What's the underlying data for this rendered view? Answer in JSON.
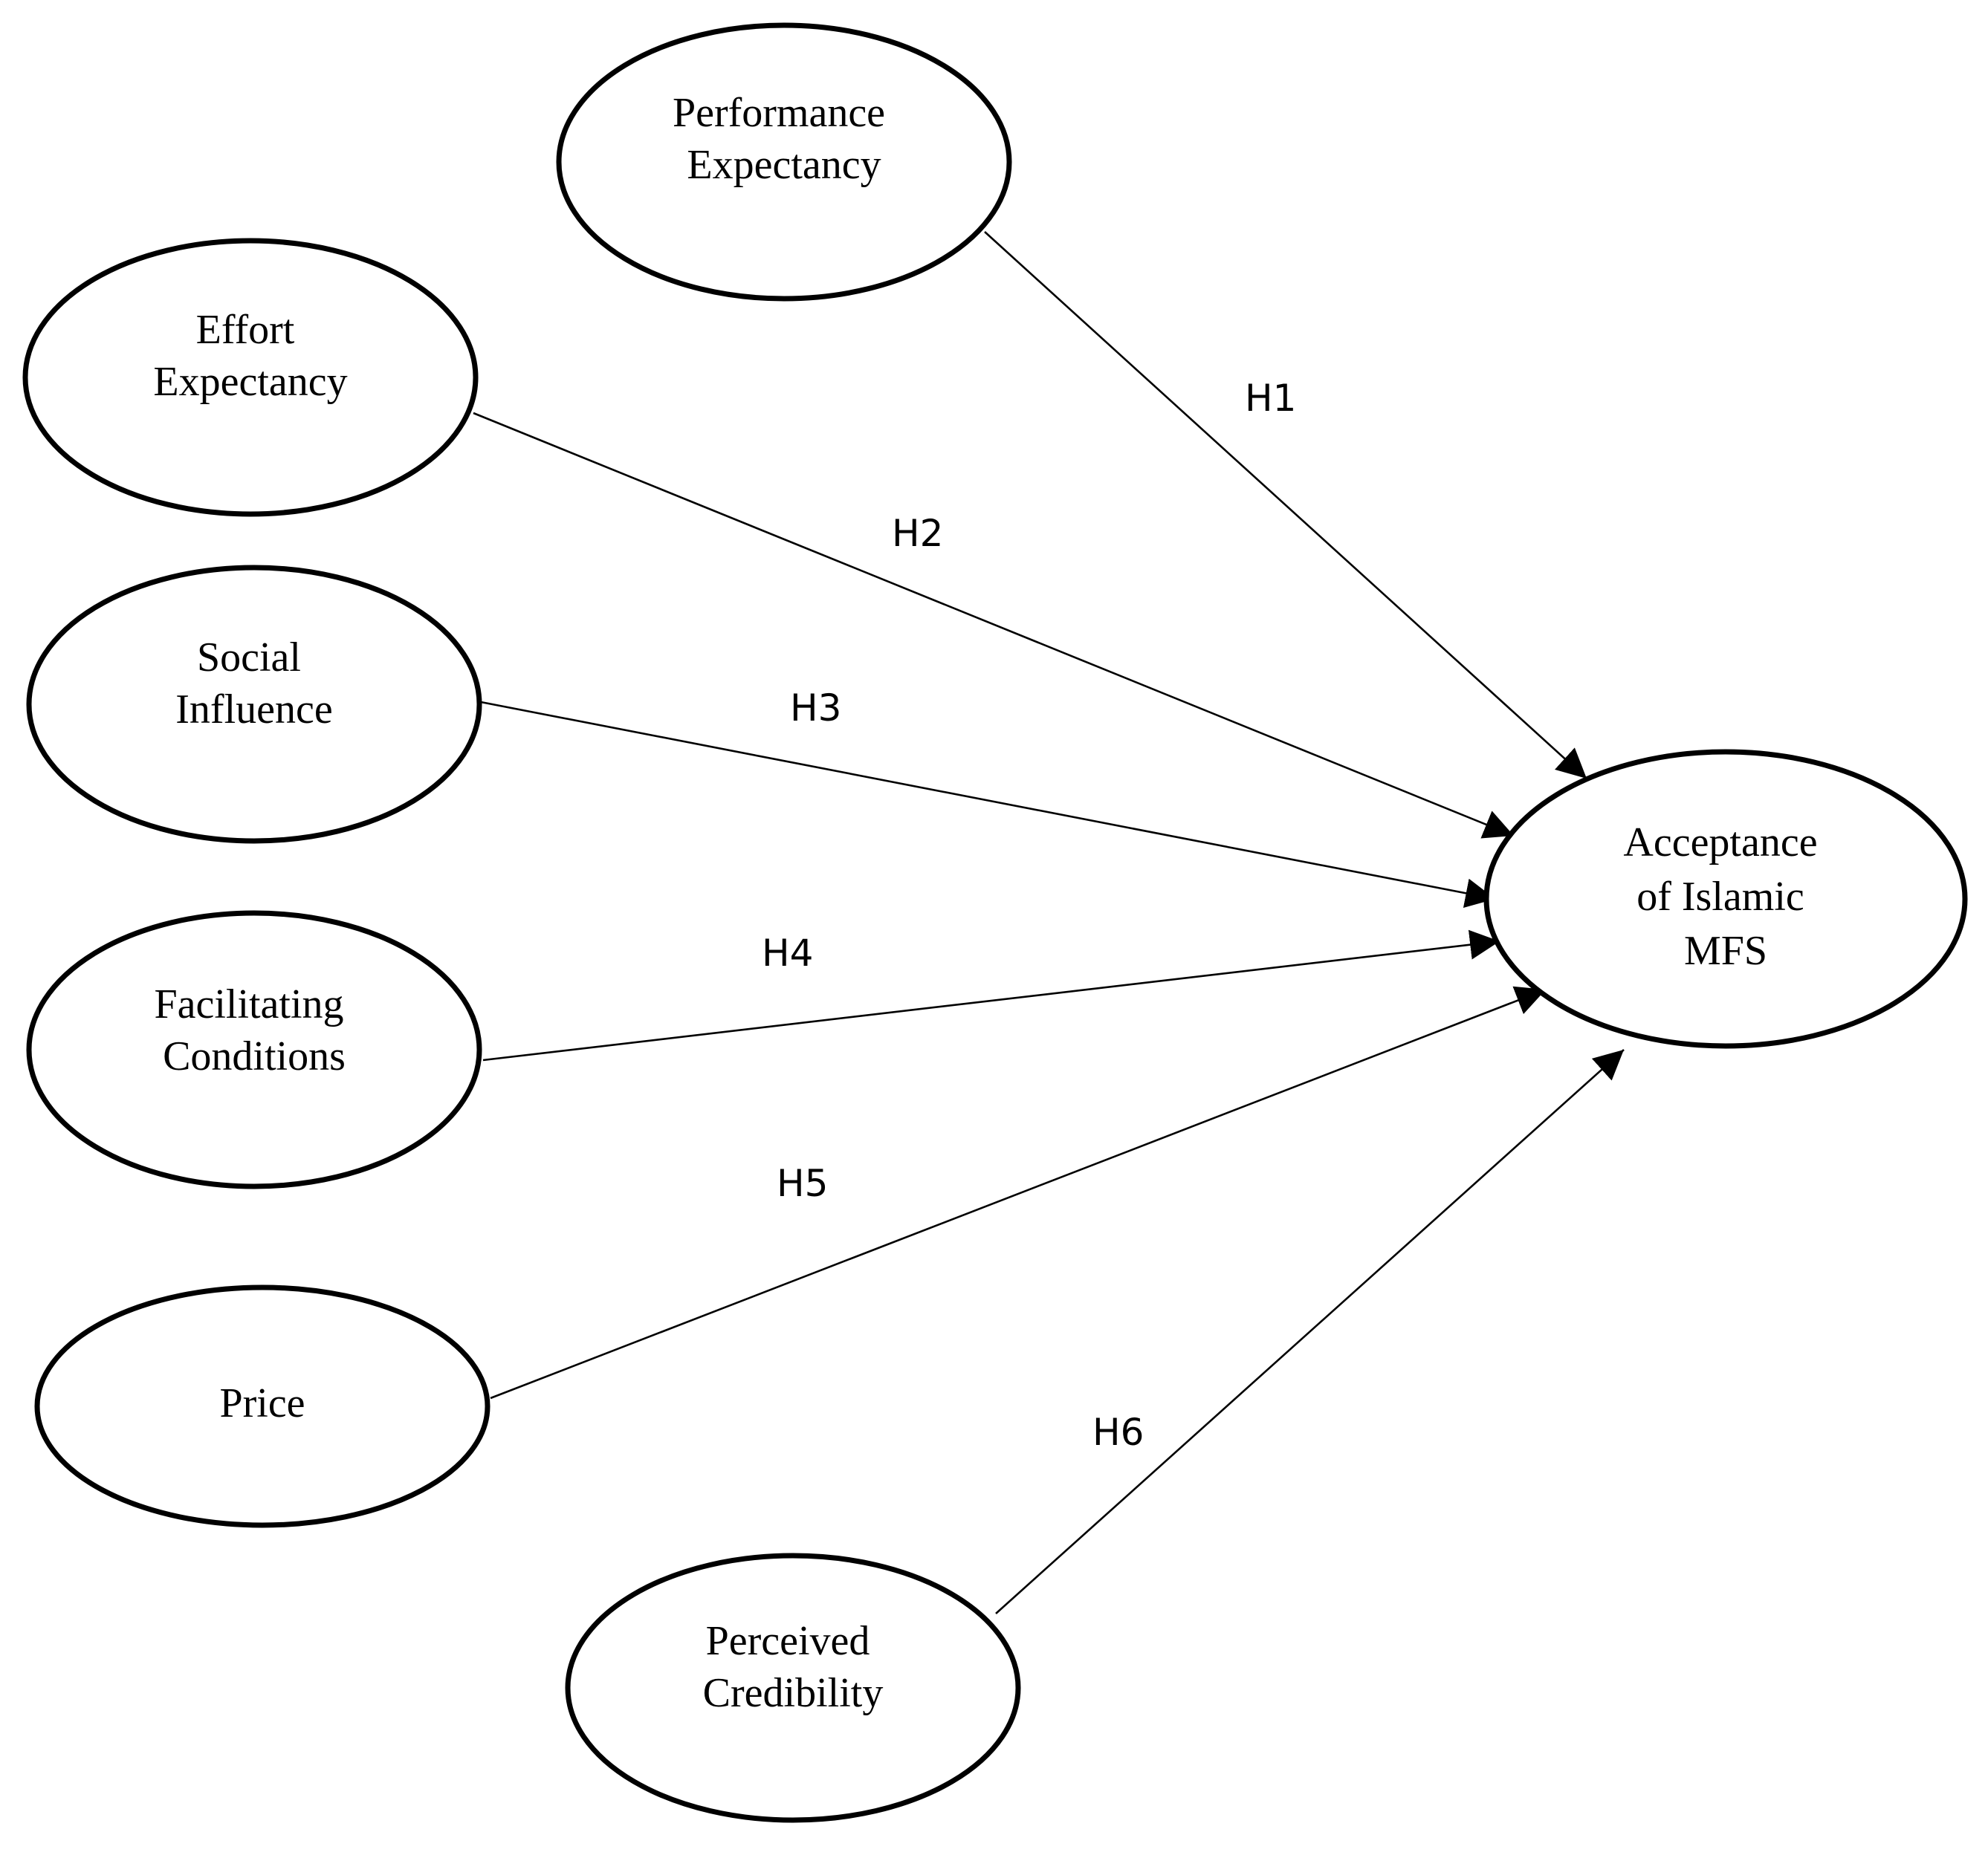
{
  "nodes": {
    "pe": {
      "lines": [
        "Performance",
        "Expectancy"
      ]
    },
    "ee": {
      "lines": [
        "Effort",
        "Expectancy"
      ]
    },
    "si": {
      "lines": [
        "Social",
        "Influence"
      ]
    },
    "fc": {
      "lines": [
        "Facilitating",
        "Conditions"
      ]
    },
    "pr": {
      "lines": [
        "Price"
      ]
    },
    "pc": {
      "lines": [
        "Perceived",
        "Credibility"
      ]
    },
    "acc": {
      "lines": [
        "Acceptance",
        "of Islamic",
        "MFS"
      ]
    }
  },
  "edges": [
    {
      "from": "pe",
      "to": "acc",
      "label": "H1"
    },
    {
      "from": "ee",
      "to": "acc",
      "label": "H2"
    },
    {
      "from": "si",
      "to": "acc",
      "label": "H3"
    },
    {
      "from": "fc",
      "to": "acc",
      "label": "H4"
    },
    {
      "from": "pr",
      "to": "acc",
      "label": "H5"
    },
    {
      "from": "pc",
      "to": "acc",
      "label": "H6"
    }
  ]
}
